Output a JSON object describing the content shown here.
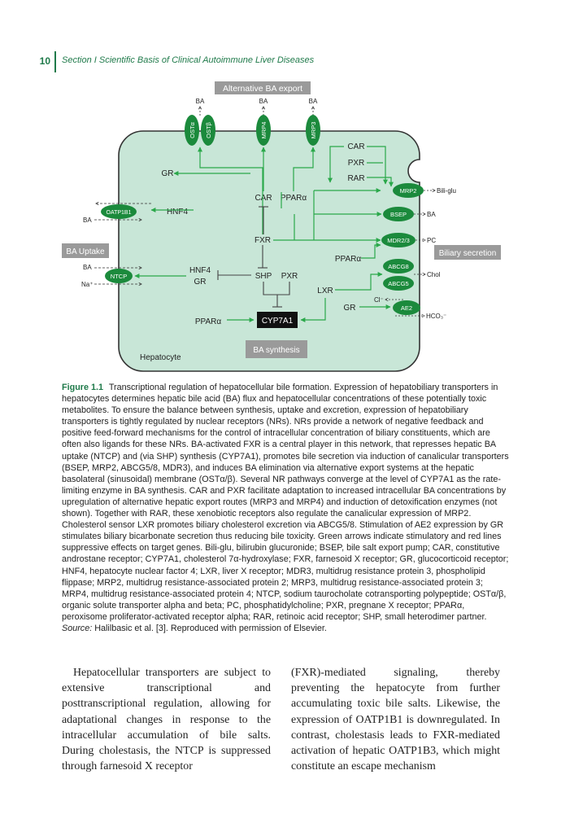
{
  "header": {
    "page_number": "10",
    "running_title": "Section I  Scientific Basis of Clinical Autoimmune Liver Diseases"
  },
  "figure": {
    "labels": {
      "alt_export": "Alternative BA export",
      "ba_uptake": "BA Uptake",
      "biliary_secretion": "Biliary secretion",
      "ba_synthesis": "BA synthesis",
      "hepatocyte": "Hepatocyte",
      "ba": "BA",
      "na": "Na⁺",
      "bili_glu": "Bili-glu",
      "pc": "PC",
      "chol": "Chol",
      "cl": "Cl⁻",
      "hco3": "HCO₃⁻"
    },
    "transporters": {
      "osta": "OSTα",
      "ostb": "OSTβ",
      "mrp4": "MRP4",
      "mrp3": "MRP3",
      "oatp1b1": "OATP1B1",
      "ntcp": "NTCP",
      "mrp2": "MRP2",
      "bsep": "BSEP",
      "mdr": "MDR2/3",
      "abcg8": "ABCG8",
      "abcg5": "ABCG5",
      "ae2": "AE2",
      "cyp7a1": "CYP7A1"
    },
    "receptors": {
      "car_top": "CAR",
      "pxr_top": "PXR",
      "rar": "RAR",
      "gr_top": "GR",
      "hnf4_top": "HNF4",
      "car_mid": "CAR",
      "ppara_mid": "PPARα",
      "fxr": "FXR",
      "ppara_right": "PPARα",
      "hnf4_low": "HNF4",
      "gr_low": "GR",
      "shp": "SHP",
      "pxr_low": "PXR",
      "lxr": "LXR",
      "gr_right": "GR",
      "ppara_left": "PPARα"
    },
    "colors": {
      "cell_fill": "#c8e6d7",
      "transporter_green": "#1b8a3c",
      "arrow_green": "#2aa84a",
      "inhibit": "#444444",
      "label_grey": "#9a9a9a"
    }
  },
  "caption": {
    "label": "Figure 1.1",
    "text": "Transcriptional regulation of hepatocellular bile formation. Expression of hepatobiliary transporters in hepatocytes determines hepatic bile acid (BA) flux and hepatocellular concentrations of these potentially toxic metabolites. To ensure the balance between synthesis, uptake and excretion, expression of hepatobiliary transporters is tightly regulated by nuclear receptors (NRs). NRs provide a network of negative feedback and positive feed-forward mechanisms for the control of intracellular concentration of biliary constituents, which are often also ligands for these NRs. BA-activated FXR is a central player in this network, that represses hepatic BA uptake (NTCP) and (via SHP) synthesis (CYP7A1), promotes bile secretion via induction of canalicular transporters (BSEP, MRP2, ABCG5/8, MDR3), and induces BA elimination via alternative export systems at the hepatic basolateral (sinusoidal) membrane (OSTα/β). Several NR pathways converge at the level of CYP7A1 as the rate-limiting enzyme in BA synthesis. CAR and PXR facilitate adaptation to increased intracellular BA concentrations by upregulation of alternative hepatic export routes (MRP3 and MRP4) and induction of detoxification enzymes (not shown). Together with RAR, these xenobiotic receptors also regulate the canalicular expression of MRP2. Cholesterol sensor LXR promotes biliary cholesterol excretion via ABCG5/8. Stimulation of AE2 expression by GR stimulates biliary bicarbonate secretion thus reducing bile toxicity. Green arrows indicate stimulatory and red lines suppressive effects on target genes. Bili-glu, bilirubin glucuronide; BSEP, bile salt export pump; CAR, constitutive androstane receptor; CYP7A1, cholesterol 7α-hydroxylase; FXR, farnesoid X receptor; GR, glucocorticoid receptor; HNF4, hepatocyte nuclear factor 4; LXR, liver X receptor; MDR3, multidrug resistance protein 3, phospholipid flippase; MRP2, multidrug resistance-associated protein 2; MRP3, multidrug resistance-associated protein 3; MRP4, multidrug resistance-associated protein 4; NTCP, sodium taurocholate cotransporting polypeptide; OSTα/β, organic solute transporter alpha and beta; PC, phosphatidylcholine; PXR, pregnane X receptor; PPARα, peroxisome proliferator-activated receptor alpha; RAR, retinoic acid receptor; SHP, small heterodimer partner.",
    "source_label": "Source:",
    "source_text": "Halilbasic et al. [3]. Reproduced with permission of Elsevier."
  },
  "body": {
    "left_column": "Hepatocellular transporters are subject to extensive transcriptional and posttranscriptional regulation, allowing for adaptational changes in response to the intracellular accumulation of bile salts. During cholestasis, the NTCP is suppressed through farnesoid X receptor",
    "right_column": "(FXR)-mediated signaling, thereby preventing the hepatocyte from further accumulating toxic bile salts. Likewise, the expression of OATP1B1 is downregulated. In contrast, cholestasis leads to FXR-mediated activation of hepatic OATP1B3, which might constitute an escape mechanism"
  }
}
